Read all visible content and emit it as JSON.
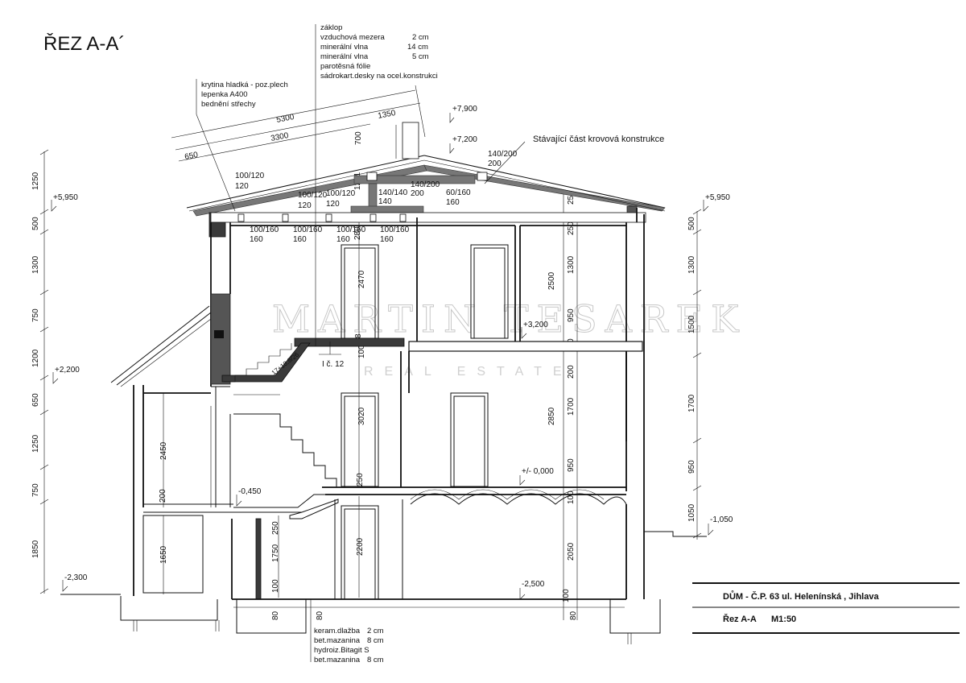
{
  "drawing": {
    "section_title": "ŘEZ A-A´",
    "watermark": {
      "line1": "MARTIN TESAREK",
      "line2": "REAL ESTATE"
    },
    "title_block": {
      "project": "DŮM - Č.P. 63 ul. Helenínská , Jihlava",
      "sheet": "Řez A-A",
      "scale": "M1:50"
    },
    "roof_note_top": [
      {
        "text": "záklop",
        "value": ""
      },
      {
        "text": "vzduchová mezera",
        "value": "2 cm"
      },
      {
        "text": "minerální vlna",
        "value": "14 cm"
      },
      {
        "text": "minerální vlna",
        "value": "5 cm"
      },
      {
        "text": "parotěsná fólie",
        "value": ""
      },
      {
        "text": "sádrokart.desky na ocel.konstrukci",
        "value": ""
      }
    ],
    "roof_note_left": [
      "krytina hladká - poz.plech",
      "lepenka A400",
      "bednění střechy"
    ],
    "existing_note": "Stávající část krovová konstrukce",
    "floor_note": [
      {
        "text": "keram.dlažba",
        "value": "2 cm"
      },
      {
        "text": "bet.mazanina",
        "value": "8 cm"
      },
      {
        "text": "hydroiz.Bitagit S",
        "value": ""
      },
      {
        "text": "bet.mazanina",
        "value": "8 cm"
      }
    ],
    "beam_note": "I č. 12",
    "stair_note": "17+18,8/26",
    "levels": {
      "ridge": "+7,900",
      "top": "+7,200",
      "eaves_left": "+5,950",
      "eaves_right": "+5,950",
      "upper_floor": "+3,200",
      "mezzanine": "+2,200",
      "ground": "+/- 0,000",
      "landing": "-0,450",
      "terrain_right": "-1,050",
      "cellar_left": "-2,300",
      "cellar": "-2,500"
    },
    "left_dims": [
      "1250",
      "500",
      "1300",
      "750",
      "1200",
      "650",
      "1250",
      "750",
      "1850"
    ],
    "right_dims": [
      "500",
      "1300",
      "1500",
      "1700",
      "950",
      "1050"
    ],
    "inner_dims": [
      "250",
      "250",
      "1300",
      "950",
      "350",
      "200",
      "1700",
      "950",
      "100",
      "2500",
      "2850",
      "2050",
      "100",
      "80"
    ],
    "room_heights": [
      "2470",
      "3020",
      "2200",
      "2450",
      "1650",
      "1750",
      "100",
      "250",
      "80",
      "250",
      "200",
      "280",
      "80",
      "100",
      "1251",
      "700"
    ],
    "roof_dims": [
      "5300",
      "1350",
      "3300",
      "650"
    ],
    "members": [
      "100/120",
      "100/120",
      "100/120",
      "140/140",
      "140/200",
      "60/160",
      "140/200",
      "100/160",
      "100/160",
      "100/160",
      "100/160"
    ]
  }
}
